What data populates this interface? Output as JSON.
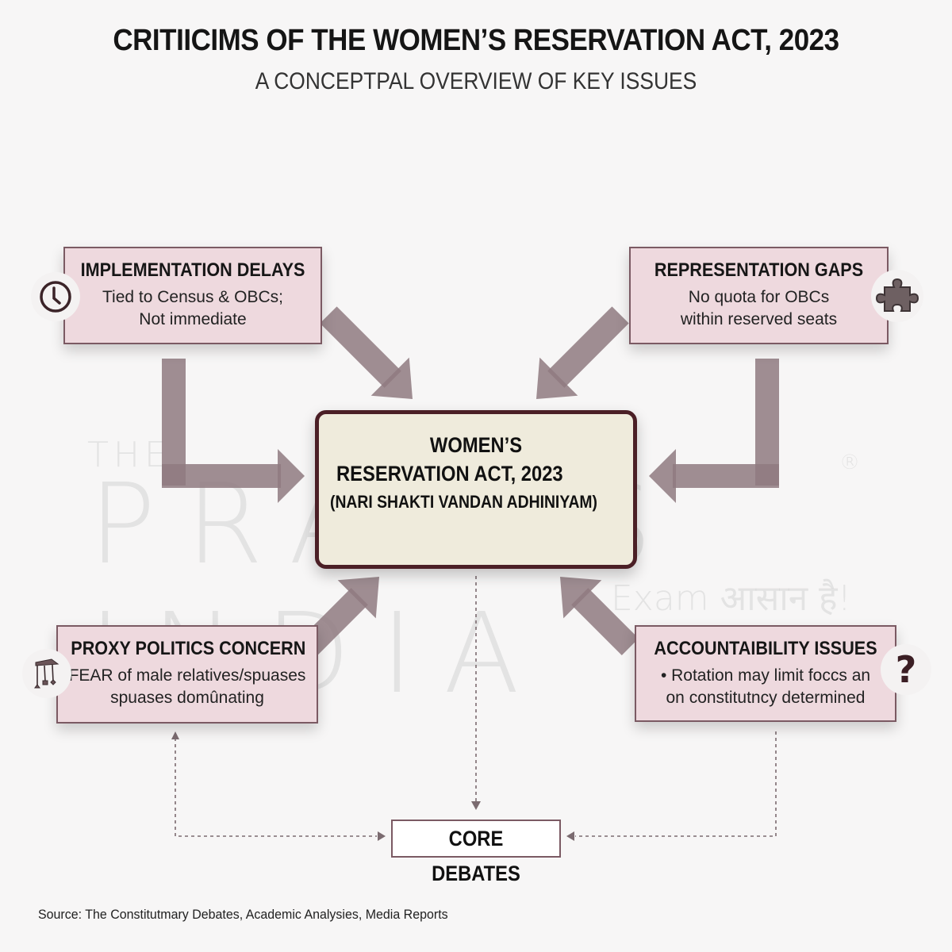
{
  "header": {
    "title": "CRITIICIMS OF THE WOMEN’S RESERVATION ACT, 2023",
    "subtitle": "A CONCEPTPAL OVERVIEW OF KEY ISSUES"
  },
  "watermark": {
    "small": "THE",
    "main": "PRAYAS INDIA",
    "registered": "®",
    "tagline": "Exam आसान है!"
  },
  "center": {
    "line1": "WOMEN’S",
    "line2": "RESERVATION ACT, 2023",
    "line3": "(NARI SHAKTI VANDAN ADHINIYAM)"
  },
  "issues": [
    {
      "id": "implementation-delays",
      "icon": "clock-icon",
      "heading": "IMPLEMENTATION DELAYS",
      "lines": [
        "Tied to Census & OBCs;",
        "Not immediate"
      ]
    },
    {
      "id": "representation-gaps",
      "icon": "puzzle-piece-icon",
      "heading": "REPRESENTATION GAPS",
      "lines": [
        "No quota for OBCs",
        "within reserved seats"
      ]
    },
    {
      "id": "proxy-politics-concern",
      "icon": "puppet-strings-icon",
      "heading": "PROXY POLITICS CONCERN",
      "lines": [
        "FEAR of male relatives/spuases",
        "spuases domûnating"
      ]
    },
    {
      "id": "accountability-issues",
      "icon": "question-mark-icon",
      "heading": "ACCOUNTAIBILITY ISSUES",
      "lines": [
        "• Rotation may limit foccs an",
        "on constitutncy determined"
      ]
    }
  ],
  "core": {
    "label": "CORE DEBATES"
  },
  "footer": {
    "source": "Source: The Constitutmary Debates, Academic Analysies, Media Reports"
  },
  "colors": {
    "box_fill": "#eed9de",
    "box_border": "#7b5a63",
    "arrow": "#8f7a80",
    "center_fill": "#efebdc",
    "center_border": "#4b1f26",
    "background": "#f7f6f6"
  }
}
